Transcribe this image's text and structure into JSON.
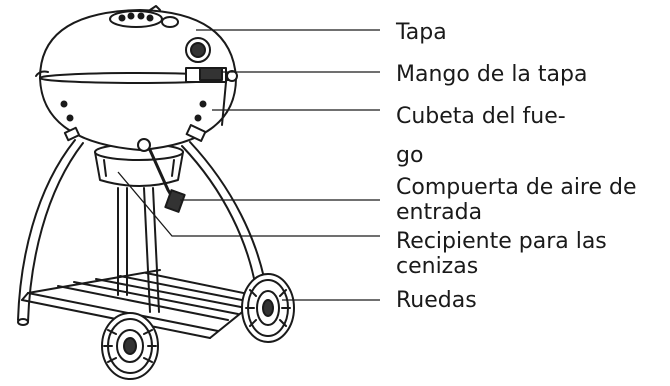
{
  "diagram": {
    "labels": {
      "lid": "Tapa",
      "lid_handle": "Mango de la tapa",
      "fire_bowl_line1": "Cubeta del fue-",
      "fire_bowl_line2": "go",
      "air_damper_line1": "Compuerta de aire de",
      "air_damper_line2": "entrada",
      "ash_pan_line1": "Recipiente para las",
      "ash_pan_line2": "cenizas",
      "wheels": "Ruedas"
    },
    "colors": {
      "line": "#1a1a1a",
      "grill_fill": "#ffffff",
      "dark_part": "#333333",
      "text": "#1a1a1a"
    }
  }
}
